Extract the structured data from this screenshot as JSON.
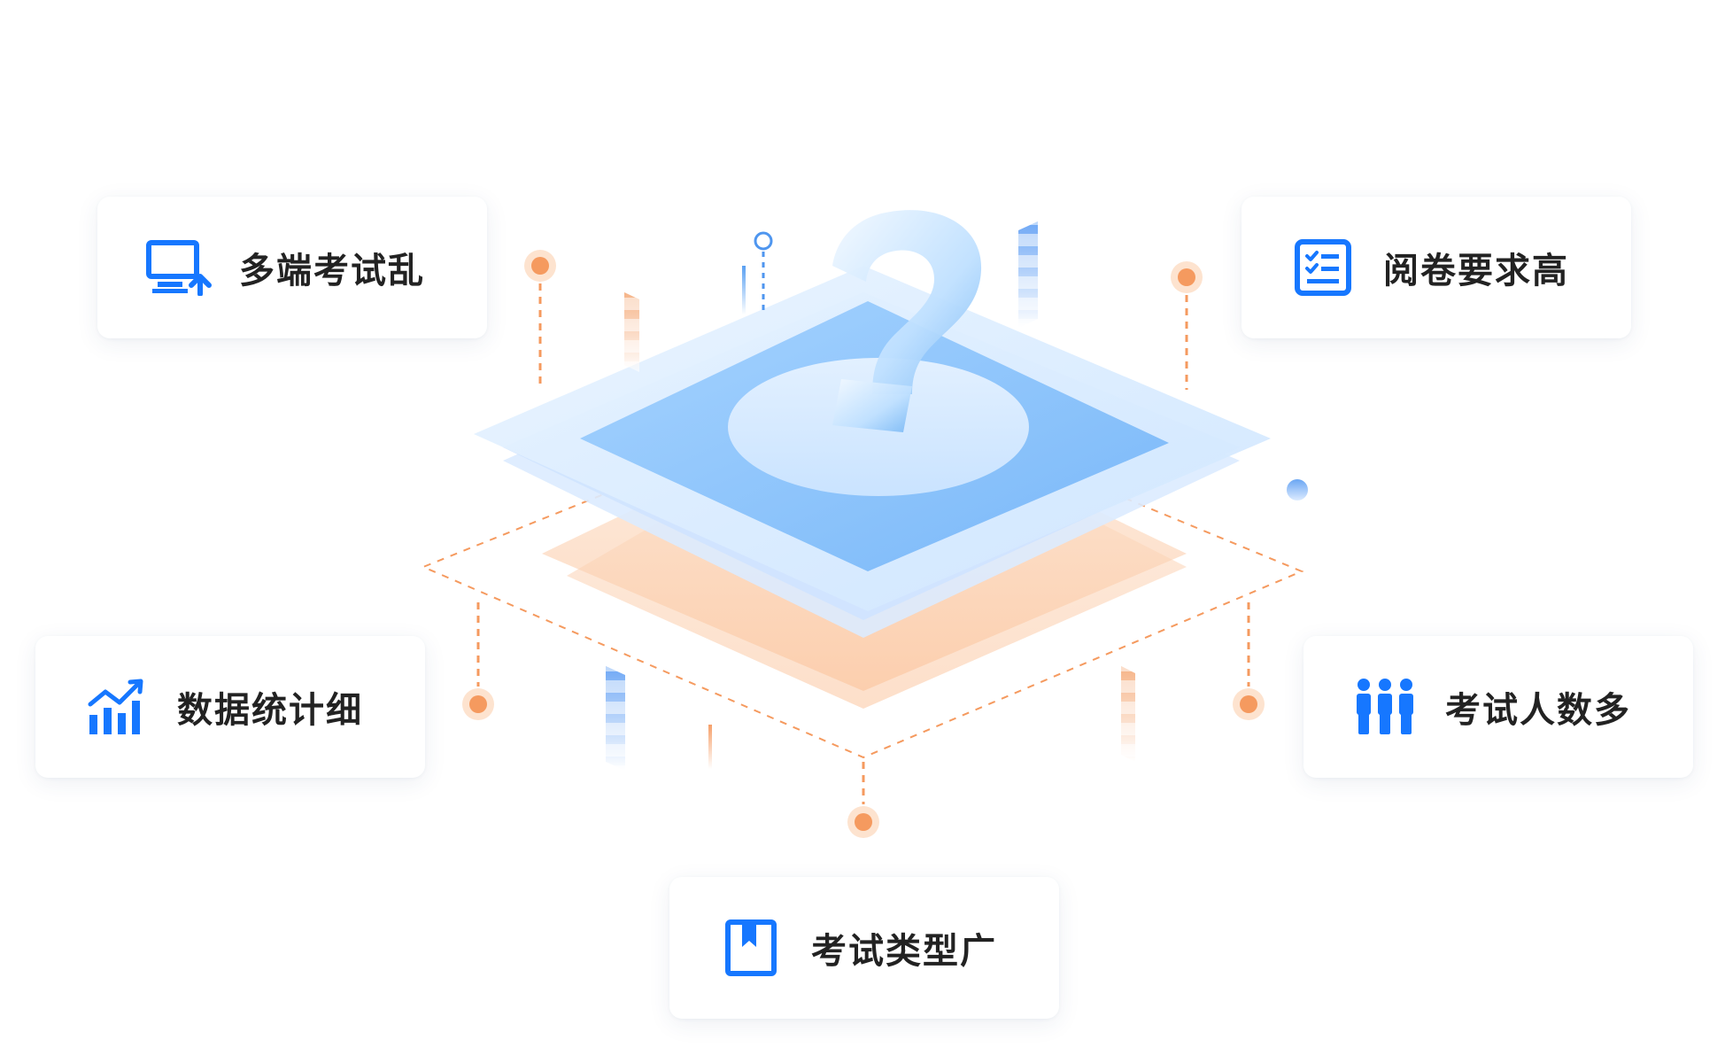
{
  "cards": [
    {
      "id": "tl",
      "label": "多端考试乱",
      "icon": "monitor-upload-icon"
    },
    {
      "id": "tr",
      "label": "阅卷要求高",
      "icon": "checklist-icon"
    },
    {
      "id": "ml",
      "label": "数据统计细",
      "icon": "bar-chart-trend-icon"
    },
    {
      "id": "mr",
      "label": "考试人数多",
      "icon": "people-group-icon"
    },
    {
      "id": "b",
      "label": "考试类型广",
      "icon": "bookmark-book-icon"
    }
  ],
  "colors": {
    "accent_blue": "#1677ff",
    "accent_orange": "#f59a5f",
    "text": "#222222"
  },
  "illustration": {
    "central_symbol": "question-mark-icon"
  }
}
